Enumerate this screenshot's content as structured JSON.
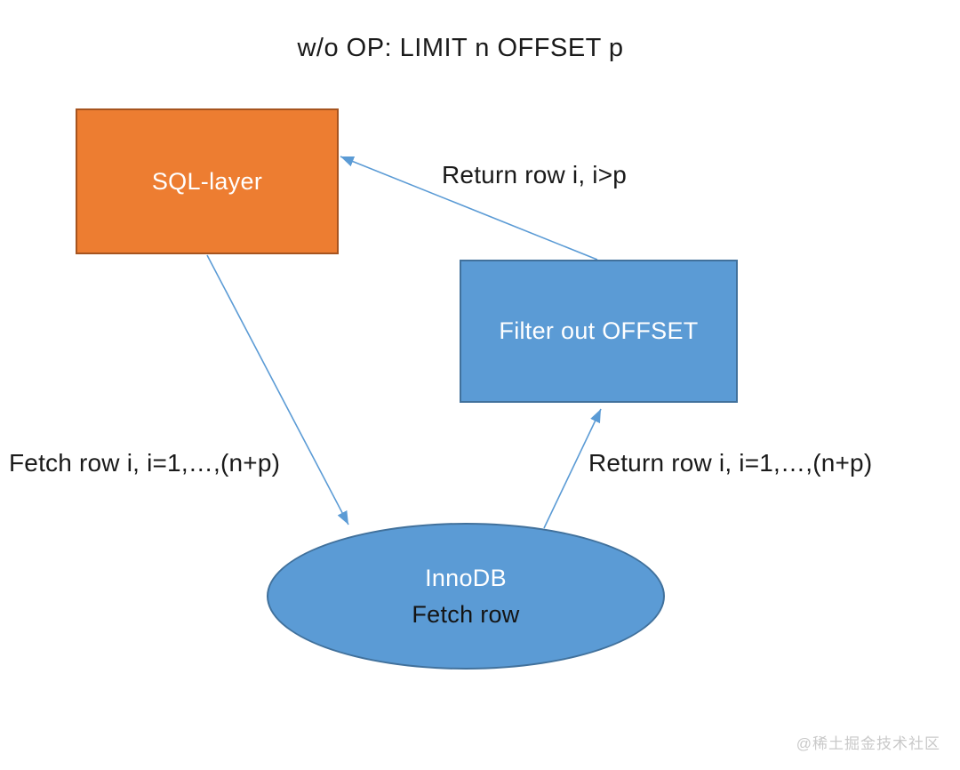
{
  "title": "w/o OP: LIMIT n OFFSET p",
  "nodes": {
    "sql_layer": {
      "label": "SQL-layer",
      "shape": "rectangle",
      "fill": "#ED7D31",
      "border": "#A6541F",
      "text_color": "#FFFFFF"
    },
    "filter_offset": {
      "label": "Filter out OFFSET",
      "shape": "rectangle",
      "fill": "#5B9BD5",
      "border": "#41719C",
      "text_color": "#FFFFFF"
    },
    "innodb": {
      "line1": "InnoDB",
      "line2": "Fetch row",
      "shape": "ellipse",
      "fill": "#5B9BD5",
      "border": "#41719C",
      "line1_color": "#FFFFFF",
      "line2_color": "#141414"
    }
  },
  "edges": [
    {
      "label": "Return row i, i>p",
      "from": "filter_offset",
      "to": "sql_layer"
    },
    {
      "label": "Fetch row i, i=1,…,(n+p)",
      "from": "sql_layer",
      "to": "innodb"
    },
    {
      "label": "Return row i, i=1,…,(n+p)",
      "from": "innodb",
      "to": "filter_offset"
    }
  ],
  "watermark": "@稀土掘金技术社区",
  "colors": {
    "arrow": "#5B9BD5",
    "text": "#1A1A1A",
    "background": "#FFFFFF",
    "watermark": "#C9C9C9"
  }
}
